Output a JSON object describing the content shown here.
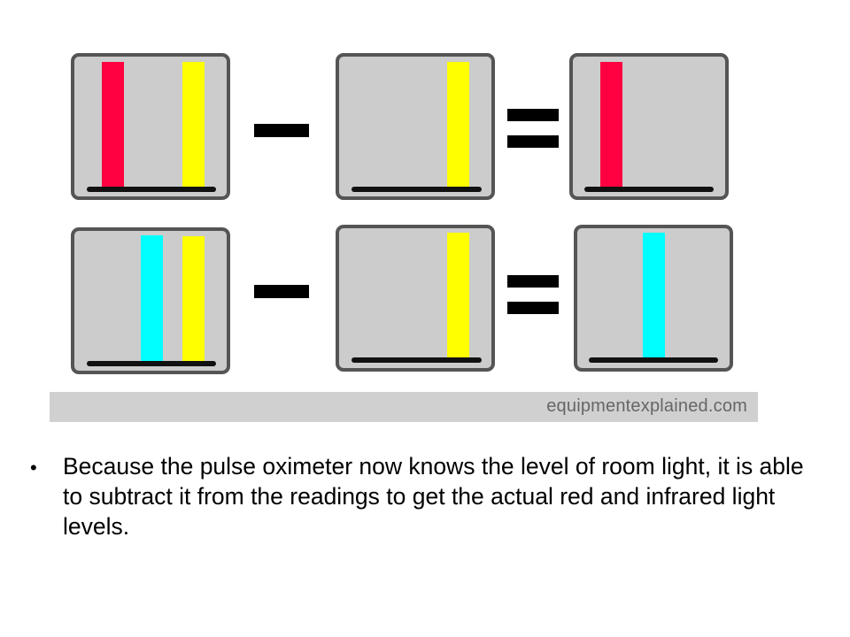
{
  "colors": {
    "panel_fill": "#cccccc",
    "panel_stroke": "#555555",
    "baseline": "#111111",
    "operator": "#000000",
    "red_light": "#ff0040",
    "room_light": "#ffff00",
    "infrared_light": "#00ffff",
    "credit_bar": "#d0d0d0",
    "credit_text": "#666666"
  },
  "diagram": {
    "rows": [
      {
        "operators": [
          "minus-sign",
          "equals-sign"
        ],
        "panels": [
          {
            "bars": [
              "red_light",
              "room_light"
            ]
          },
          {
            "bars": [
              "room_light"
            ]
          },
          {
            "bars": [
              "red_light"
            ]
          }
        ]
      },
      {
        "operators": [
          "minus-sign",
          "equals-sign"
        ],
        "panels": [
          {
            "bars": [
              "infrared_light",
              "room_light"
            ]
          },
          {
            "bars": [
              "room_light"
            ]
          },
          {
            "bars": [
              "infrared_light"
            ]
          }
        ]
      }
    ]
  },
  "credit": {
    "text": "equipmentexplained.com"
  },
  "bullet": {
    "text": "Because the pulse oximeter now knows the level of room light, it is able to subtract it from the readings to get the actual red and infrared light levels."
  }
}
